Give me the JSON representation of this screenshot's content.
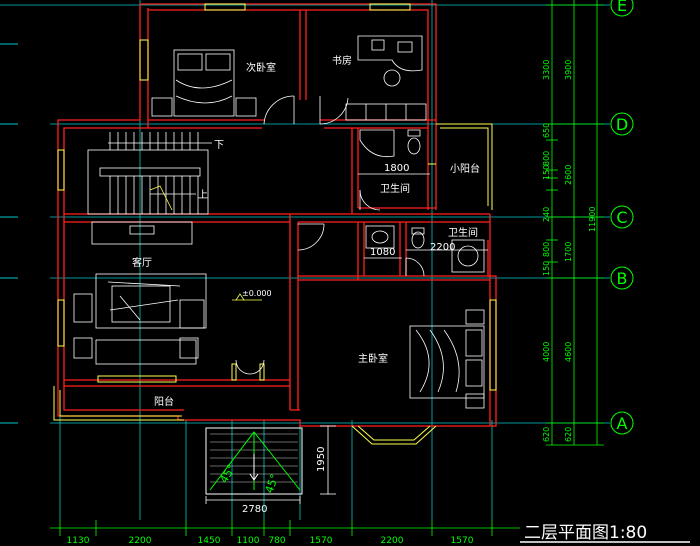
{
  "title": "二层平面图1:80",
  "rooms": {
    "second_bedroom": "次卧室",
    "study": "书房",
    "living": "客厅",
    "small_balcony": "小阳台",
    "bathroom1": "卫生间",
    "bathroom2": "卫生间",
    "master": "主卧室",
    "balcony": "阳台"
  },
  "stair": {
    "down": "下",
    "up": "上"
  },
  "level_mark": "±0.000",
  "inner_dims": {
    "d1800": "1800",
    "d1080": "1080",
    "d2200": "2200",
    "d2780": "2780",
    "d1950": "1950"
  },
  "angles": {
    "a1": "45°",
    "a2": "45°"
  },
  "axes": [
    "E",
    "D",
    "C",
    "B",
    "A"
  ],
  "right_dims_inner": [
    "3300",
    "650",
    "800",
    "150",
    "240",
    "800",
    "150",
    "4000",
    "620"
  ],
  "right_dims_outer": [
    "3900",
    "2600",
    "1700",
    "4600",
    "620"
  ],
  "right_total": "11900",
  "bottom_dims": [
    "1130",
    "2200",
    "1450",
    "1100",
    "780",
    "1570",
    "2200",
    "1570"
  ]
}
